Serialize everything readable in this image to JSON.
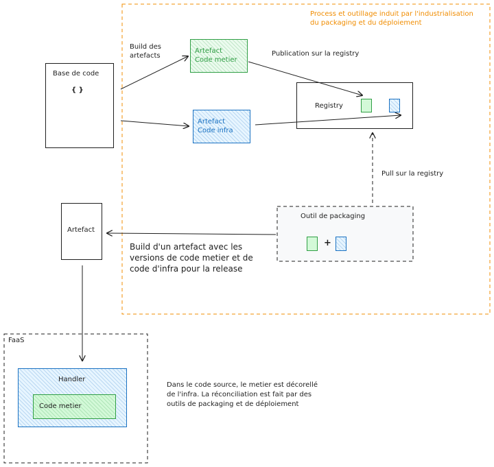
{
  "colors": {
    "orange": "#f08c00",
    "green": "#2f9e44",
    "blue": "#1971c2",
    "ink": "#1e1e1e"
  },
  "process_frame": {
    "title_line1": "Process et outillage induit par l'industrialisation",
    "title_line2": "du packaging et du déploiement"
  },
  "codebase": {
    "label": "Base de code",
    "icon": "{ }"
  },
  "build_label": {
    "line1": "Build des",
    "line2": "artefacts"
  },
  "artifact_business": {
    "line1": "Artefact",
    "line2": "Code metier"
  },
  "artifact_infra": {
    "line1": "Artefact",
    "line2": "Code infra"
  },
  "publish_label": "Publication sur la registry",
  "registry": {
    "label": "Registry"
  },
  "pull_label": "Pull sur la registry",
  "packaging_tool": {
    "label": "Outil de packaging",
    "plus": "+"
  },
  "artifact_final": {
    "label": "Artefact"
  },
  "release_label": {
    "line1": "Build d'un artefact avec les",
    "line2": "versions de code metier et de",
    "line3": "code d'infra pour la release"
  },
  "faas": {
    "title": "FaaS",
    "handler_label": "Handler",
    "inner_label": "Code metier"
  },
  "note": {
    "line1": "Dans le code source, le metier est décorellé",
    "line2": "de l'infra. La réconciliation est fait par des",
    "line3": "outils de packaging et de déploiement"
  }
}
